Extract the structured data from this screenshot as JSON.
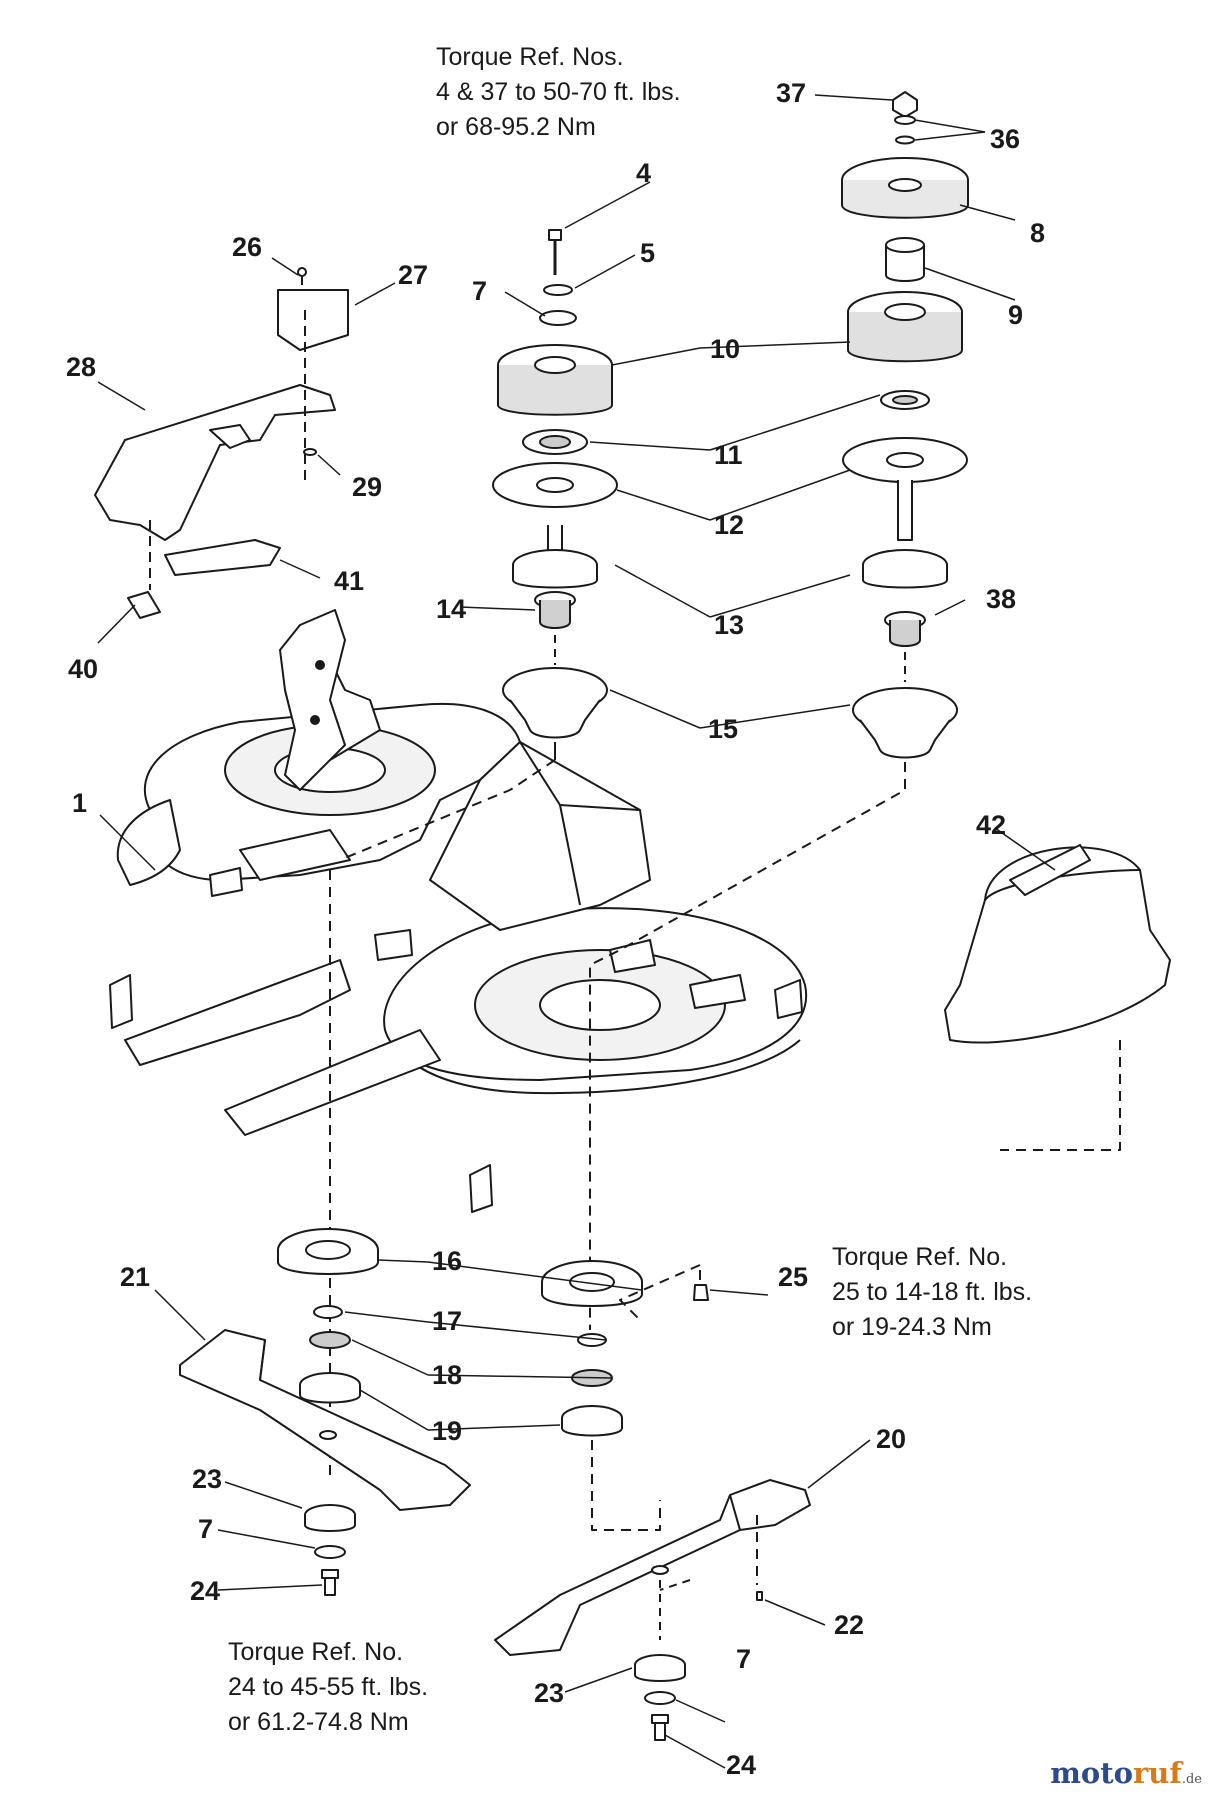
{
  "torque_notes": {
    "spindle": [
      "Torque Ref. Nos.",
      "4 & 37 to 50-70 ft. lbs.",
      "or 68-95.2 Nm"
    ],
    "screw": [
      "Torque Ref. No.",
      "25 to 14-18 ft. lbs.",
      "or 19-24.3 Nm"
    ],
    "blade_bolt": [
      "Torque Ref. No.",
      "24 to 45-55 ft. lbs.",
      "or 61.2-74.8 Nm"
    ]
  },
  "callouts": [
    "37",
    "36",
    "4",
    "5",
    "7",
    "8",
    "9",
    "26",
    "27",
    "28",
    "10",
    "11",
    "29",
    "12",
    "41",
    "14",
    "13",
    "38",
    "40",
    "15",
    "1",
    "42",
    "16",
    "25",
    "21",
    "17",
    "18",
    "19",
    "20",
    "23",
    "7",
    "24",
    "22",
    "7",
    "23",
    "24"
  ],
  "watermark": {
    "text": "motoruf",
    "suffix": ".de"
  },
  "colors": {
    "line": "#1a1a1a",
    "part_fill": "#ffffff",
    "shade": "#d8d8d8",
    "watermark_a": "#2d4a8a",
    "watermark_b": "#d97a1a"
  }
}
